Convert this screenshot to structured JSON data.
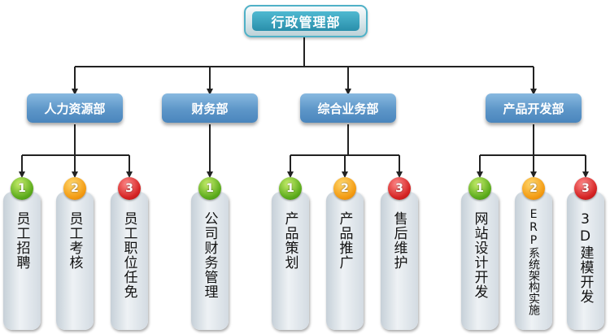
{
  "root": "行政管理部",
  "departments": [
    {
      "name": "人力资源部",
      "items": [
        {
          "num": "1",
          "label": "员工招聘"
        },
        {
          "num": "2",
          "label": "员工考核"
        },
        {
          "num": "3",
          "label": "员工职位任免"
        }
      ]
    },
    {
      "name": "财务部",
      "items": [
        {
          "num": "1",
          "label": "公司财务管理"
        }
      ]
    },
    {
      "name": "综合业务部",
      "items": [
        {
          "num": "1",
          "label": "产品策划"
        },
        {
          "num": "2",
          "label": "产品推广"
        },
        {
          "num": "3",
          "label": "售后维护"
        }
      ]
    },
    {
      "name": "产品开发部",
      "items": [
        {
          "num": "1",
          "label": "网站设计开发"
        },
        {
          "num": "2",
          "label": "ERP系统架构实施"
        },
        {
          "num": "3",
          "label": "3D建模开发"
        }
      ]
    }
  ],
  "colors": {
    "root": "#2a8fab",
    "department": "#5d96c8",
    "badge_1": "#5cab1c",
    "badge_2": "#f39b12",
    "badge_3": "#d42323",
    "connector": "#222222"
  }
}
